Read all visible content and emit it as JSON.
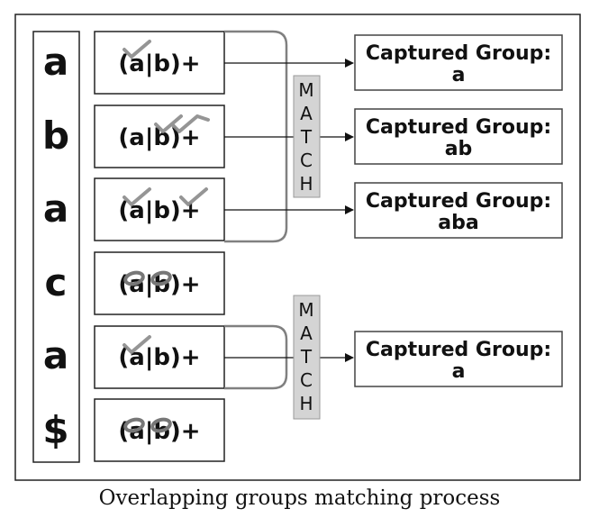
{
  "input_chars": [
    "a",
    "b",
    "a",
    "c",
    "a",
    "$"
  ],
  "pattern_label": "(a|b)+",
  "match_label_letters": [
    "M",
    "A",
    "T",
    "C",
    "H"
  ],
  "captured_groups": [
    {
      "title": "Captured Group:",
      "value": "a"
    },
    {
      "title": "Captured Group:",
      "value": "ab"
    },
    {
      "title": "Captured Group:",
      "value": "aba"
    },
    {
      "title": "Captured Group:",
      "value": "a"
    }
  ],
  "caption": "Overlapping groups matching process",
  "colors": {
    "check": "#8a8a8a",
    "match_box_fill": "#d4d4d4",
    "bracket": "#808080",
    "border": "#222222"
  }
}
